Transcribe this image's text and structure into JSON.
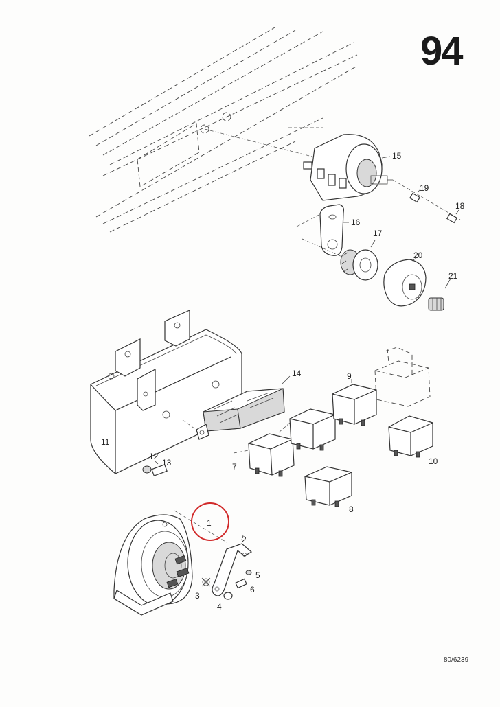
{
  "page": {
    "page_number": "94",
    "drawing_reference": "80/6239"
  },
  "callouts": {
    "c1": "1",
    "c2": "2",
    "c3": "3",
    "c4": "4",
    "c5": "5",
    "c6": "6",
    "c7": "7",
    "c8": "8",
    "c9": "9",
    "c10": "10",
    "c11": "11",
    "c12": "12",
    "c13": "13",
    "c14": "14",
    "c15": "15",
    "c16": "16",
    "c17": "17",
    "c18": "18",
    "c19": "19",
    "c20": "20",
    "c21": "21"
  },
  "highlight": {
    "color": "#d12a2a",
    "circled_item": "1"
  },
  "colors": {
    "line": "#333333",
    "paper": "#fdfdfc"
  }
}
